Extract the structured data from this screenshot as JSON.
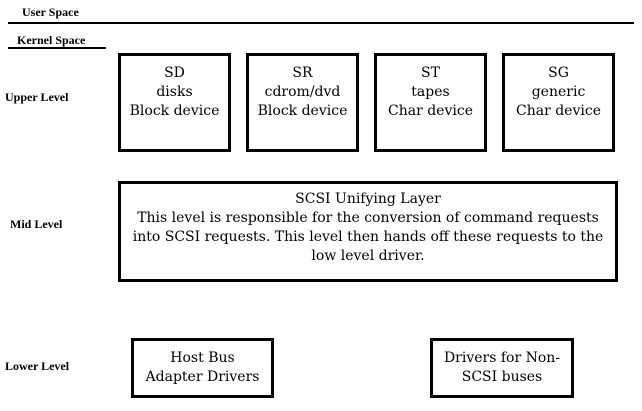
{
  "regions": {
    "user_space": "User Space",
    "kernel_space": "Kernel Space"
  },
  "levels": {
    "upper": "Upper Level",
    "mid": "Mid Level",
    "lower": "Lower Level"
  },
  "upper_boxes": [
    {
      "lines": [
        "SD",
        "disks",
        "Block device"
      ]
    },
    {
      "lines": [
        "SR",
        "cdrom/dvd",
        "Block device"
      ]
    },
    {
      "lines": [
        "ST",
        "tapes",
        "Char device"
      ]
    },
    {
      "lines": [
        "SG",
        "generic",
        "Char device"
      ]
    }
  ],
  "mid_box": {
    "lines": [
      "SCSI Unifying Layer",
      "This level is responsible for the conversion of command requests",
      "into SCSI requests. This level then hands off these requests to the",
      "low level driver."
    ]
  },
  "lower_boxes": [
    {
      "lines": [
        "Host Bus",
        "Adapter Drivers"
      ]
    },
    {
      "lines": [
        "Drivers for Non-",
        "SCSI buses"
      ]
    }
  ]
}
